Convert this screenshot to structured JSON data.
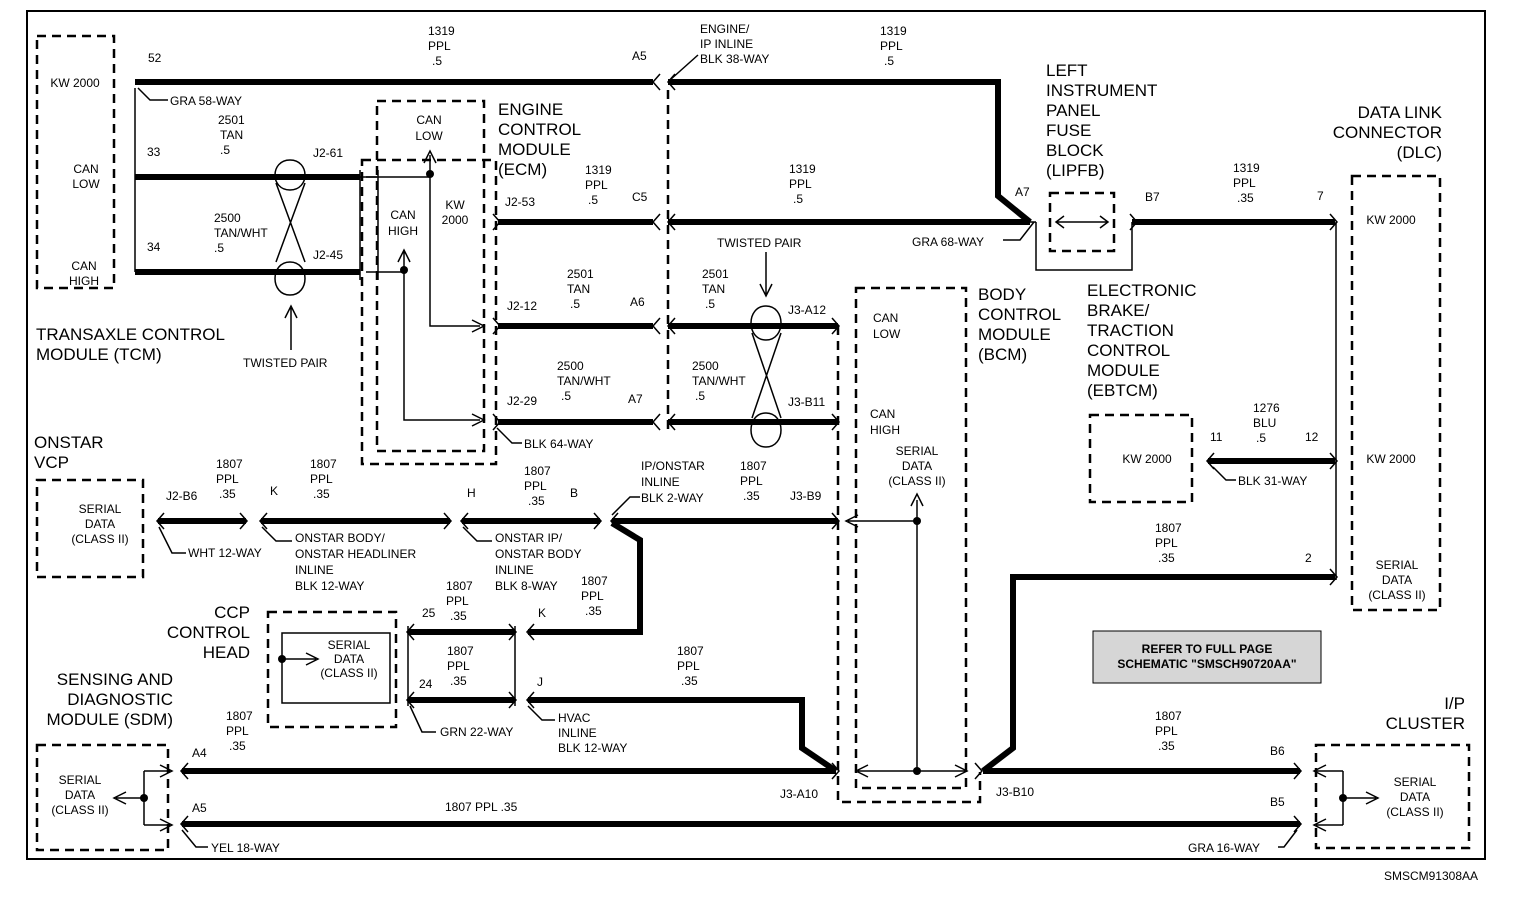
{
  "drawing_id": "SMSCM91308AA",
  "modules": {
    "tcm": {
      "title": [
        "TRANSAXLE CONTROL",
        "MODULE (TCM)"
      ],
      "kw": "KW 2000",
      "can_low": [
        "CAN",
        "LOW"
      ],
      "can_high": [
        "CAN",
        "HIGH"
      ]
    },
    "ecm": {
      "title": [
        "ENGINE",
        "CONTROL",
        "MODULE",
        "(ECM)"
      ],
      "can_low": [
        "CAN",
        "LOW"
      ],
      "can_high": [
        "CAN",
        "HIGH"
      ],
      "kw": [
        "KW",
        "2000"
      ]
    },
    "lipfb": {
      "title": [
        "LEFT",
        "INSTRUMENT",
        "PANEL",
        "FUSE",
        "BLOCK",
        "(LIPFB)"
      ]
    },
    "dlc": {
      "title": [
        "DATA LINK",
        "CONNECTOR",
        "(DLC)"
      ],
      "kw_top": "KW 2000",
      "kw_mid": "KW 2000",
      "serial": [
        "SERIAL",
        "DATA",
        "(CLASS II)"
      ]
    },
    "bcm": {
      "title": [
        "BODY",
        "CONTROL",
        "MODULE",
        "(BCM)"
      ],
      "can_low": [
        "CAN",
        "LOW"
      ],
      "can_high": [
        "CAN",
        "HIGH"
      ],
      "serial": [
        "SERIAL",
        "DATA",
        "(CLASS II)"
      ]
    },
    "ebtcm": {
      "title": [
        "ELECTRONIC",
        "BRAKE/",
        "TRACTION",
        "CONTROL",
        "MODULE",
        "(EBTCM)"
      ],
      "kw": "KW 2000"
    },
    "onstar": {
      "title": [
        "ONSTAR",
        "VCP"
      ],
      "serial": [
        "SERIAL",
        "DATA",
        "(CLASS II)"
      ]
    },
    "ccp": {
      "title": [
        "CCP",
        "CONTROL",
        "HEAD"
      ],
      "serial": [
        "SERIAL",
        "DATA",
        "(CLASS II)"
      ]
    },
    "sdm": {
      "title": [
        "SENSING AND",
        "DIAGNOSTIC",
        "MODULE (SDM)"
      ],
      "serial": [
        "SERIAL",
        "DATA",
        "(CLASS II)"
      ]
    },
    "ipc": {
      "title": [
        "I/P",
        "CLUSTER"
      ],
      "serial": [
        "SERIAL",
        "DATA",
        "(CLASS II)"
      ]
    }
  },
  "connectors": {
    "gra58": "GRA 58-WAY",
    "engine_ip_inline": [
      "ENGINE/",
      "IP INLINE",
      "BLK 38-WAY"
    ],
    "gra68": "GRA 68-WAY",
    "blk64": "BLK 64-WAY",
    "blk31": "BLK 31-WAY",
    "wht12": "WHT 12-WAY",
    "onstar_body": [
      "ONSTAR BODY/",
      "ONSTAR HEADLINER",
      "INLINE",
      "BLK 12-WAY"
    ],
    "onstar_ip": [
      "ONSTAR IP/",
      "ONSTAR BODY",
      "INLINE",
      "BLK 8-WAY"
    ],
    "ip_onstar_inline": [
      "IP/ONSTAR",
      "INLINE",
      "BLK 2-WAY"
    ],
    "grn22": "GRN 22-WAY",
    "hvac_inline": [
      "HVAC",
      "INLINE",
      "BLK 12-WAY"
    ],
    "yel18": "YEL 18-WAY",
    "gra16": "GRA 16-WAY"
  },
  "twisted_pair": "TWISTED PAIR",
  "pins": {
    "p52": "52",
    "p33": "33",
    "p34": "34",
    "j2_61": "J2-61",
    "j2_45": "J2-45",
    "a5_top": "A5",
    "j2_53": "J2-53",
    "c5": "C5",
    "j2_12": "J2-12",
    "a6": "A6",
    "j2_29": "J2-29",
    "a7_ecm": "A7",
    "a7_lipfb": "A7",
    "b7": "B7",
    "p7": "7",
    "j3_a12": "J3-A12",
    "j3_b11": "J3-B11",
    "p11": "11",
    "p12": "12",
    "j2_b6": "J2-B6",
    "k_top": "K",
    "h": "H",
    "b": "B",
    "j3_b9": "J3-B9",
    "p2": "2",
    "p25": "25",
    "k_hvac": "K",
    "p24": "24",
    "j": "J",
    "a4": "A4",
    "a5_bot": "A5",
    "j3_a10": "J3-A10",
    "j3_b10": "J3-B10",
    "b6": "B6",
    "b5": "B5"
  },
  "wires": {
    "w1319_a": [
      "1319",
      "PPL",
      ".5"
    ],
    "w1319_b": [
      "1319",
      "PPL",
      ".5"
    ],
    "w2501_tcm": [
      "2501",
      "TAN",
      ".5"
    ],
    "w2500_tcm": [
      "2500",
      "TAN/WHT",
      ".5"
    ],
    "w1319_c5": [
      "1319",
      "PPL",
      ".5"
    ],
    "w1319_mid": [
      "1319",
      "PPL",
      ".5"
    ],
    "w1319_dlc": [
      "1319",
      "PPL",
      ".35"
    ],
    "w2501_ecm": [
      "2501",
      "TAN",
      ".5"
    ],
    "w2501_bcm": [
      "2501",
      "TAN",
      ".5"
    ],
    "w2500_ecm": [
      "2500",
      "TAN/WHT",
      ".5"
    ],
    "w2500_bcm": [
      "2500",
      "TAN/WHT",
      ".5"
    ],
    "w1276": [
      "1276",
      "BLU",
      ".5"
    ],
    "w1807_1": [
      "1807",
      "PPL",
      ".35"
    ],
    "w1807_2": [
      "1807",
      "PPL",
      ".35"
    ],
    "w1807_3": [
      "1807",
      "PPL",
      ".35"
    ],
    "w1807_4": [
      "1807",
      "PPL",
      ".35"
    ],
    "w1807_dlc": [
      "1807",
      "PPL",
      ".35"
    ],
    "w1807_25": [
      "1807",
      "PPL",
      ".35"
    ],
    "w1807_k": [
      "1807",
      "PPL",
      ".35"
    ],
    "w1807_24": [
      "1807",
      "PPL",
      ".35"
    ],
    "w1807_j": [
      "1807",
      "PPL",
      ".35"
    ],
    "w1807_sdm": [
      "1807",
      "PPL",
      ".35"
    ],
    "w1807_ipc": [
      "1807",
      "PPL",
      ".35"
    ],
    "w1807_bottom": "1807 PPL .35"
  },
  "refer_note": [
    "REFER TO FULL PAGE",
    "SCHEMATIC \"SMSCH90720AA\""
  ]
}
